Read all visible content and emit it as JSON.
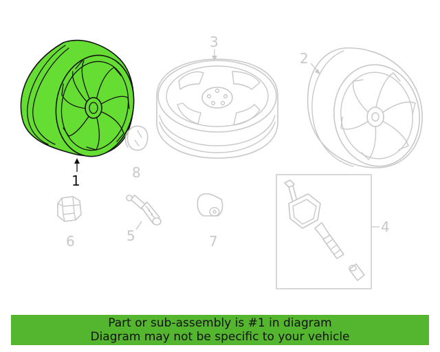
{
  "callouts": {
    "c1": "1",
    "c2": "2",
    "c3": "3",
    "c4": "4",
    "c5": "5",
    "c6": "6",
    "c7": "7",
    "c8": "8"
  },
  "highlighted_part": "1",
  "colors": {
    "highlight": "#66dd33",
    "banner": "#54b52f",
    "ghost_line": "#c8c8c8",
    "active_line": "#111111"
  },
  "banner": {
    "line1": "Part or sub-assembly is #1 in diagram",
    "line2": "Diagram may not be specific to your vehicle"
  }
}
